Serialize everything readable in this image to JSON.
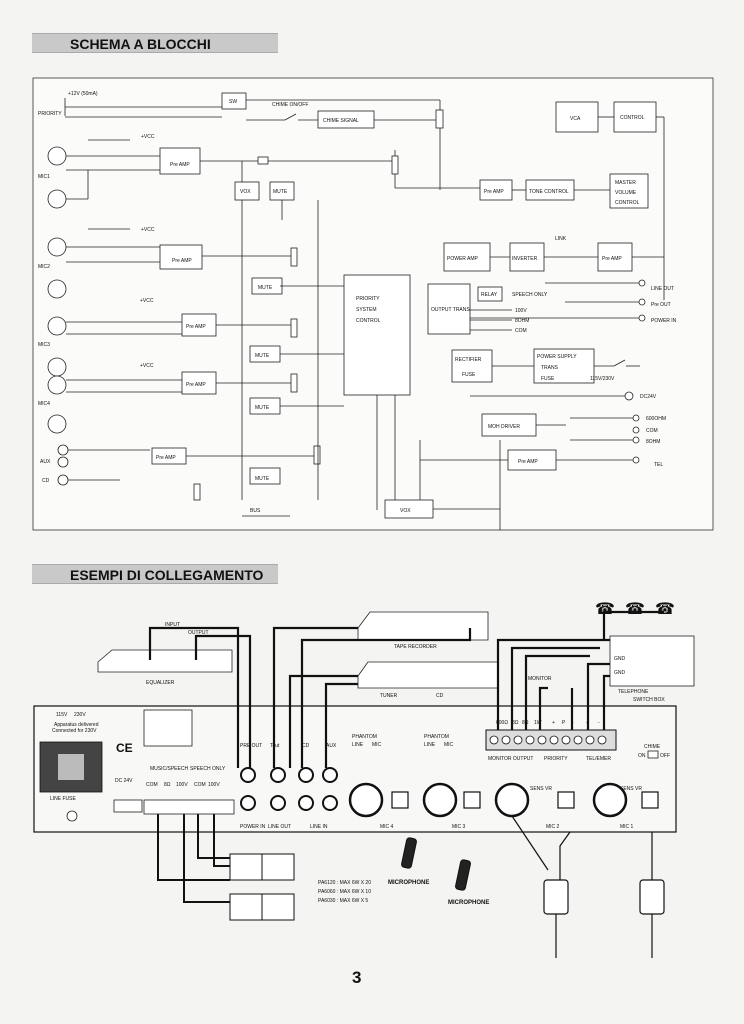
{
  "sections": {
    "block_diagram_title": "SCHEMA A BLOCCHI",
    "connection_title": "ESEMPI DI COLLEGAMENTO"
  },
  "page_number": "3",
  "block_diagram": {
    "supply": "+12V (50mA)",
    "priority": "PRIORITY",
    "sw": "SW",
    "chime_switch": "CHIME ON/OFF",
    "chime_signal": "CHIME SIGNAL",
    "vcc": "+VCC",
    "mic_inputs": [
      "MIC1",
      "MIC2",
      "MIC3",
      "MIC4"
    ],
    "aux": "AUX",
    "cd": "CD",
    "preamp": "Pre AMP",
    "vox": "VOX",
    "mute": "MUTE",
    "priority_control": [
      "PRIORITY",
      "SYSTEM",
      "CONTROL"
    ],
    "vca": "VCA",
    "control": "CONTROL",
    "tone_control": "TONE CONTROL",
    "master_volume": [
      "MASTER",
      "VOLUME",
      "CONTROL"
    ],
    "power_amp": "POWER AMP",
    "inverter": "INVERTER",
    "link": "LINK",
    "line_out": "LINE OUT",
    "pre_out": "Pre OUT",
    "power_in": "POWER IN",
    "relay": "RELAY",
    "speech_only": "SPEECH ONLY",
    "output_trans": "OUTPUT TRANS",
    "tap_100v": "100V",
    "tap_8ohm": "8OHM",
    "tap_com": "COM",
    "rectifier": "RECTIFIER",
    "fuse": "FUSE",
    "power_supply": [
      "POWER SUPPLY",
      "TRANS",
      "FUSE"
    ],
    "mains": "115V/230V",
    "dc24v": "DC24V",
    "moh_driver": "MOH DRIVER",
    "moh_taps": [
      "600OHM",
      "COM",
      "8OHM"
    ],
    "tel": "TEL",
    "bus": "BUS"
  },
  "connection": {
    "input": "INPUT",
    "output": "OUTPUT",
    "equalizer": "EQUALIZER",
    "tape_recorder": "TAPE RECORDER",
    "tuner": "TUNER",
    "cd": "CD",
    "monitor": "MONITOR",
    "telephone_box": [
      "TELEPHONE",
      "SWITCH BOX"
    ],
    "gnd": "GND",
    "voltage_options": [
      "115V",
      "230V"
    ],
    "apparatus_note": [
      "Apparatus delivered",
      "Connected for 230V"
    ],
    "line_fuse": "LINE FUSE",
    "dc24v": "DC 24V",
    "music_speech": "MUSIC/SPEECH",
    "speech_only": "SPEECH ONLY",
    "terminals_left": [
      "COM",
      "8Ω",
      "100V"
    ],
    "terminals_right": [
      "COM",
      "100V"
    ],
    "pre_out": "PRE OUT",
    "power_in": "POWER IN",
    "tout": "Tout",
    "line_out": "LINE OUT",
    "cd_jack": "CD",
    "aux_jack": "AUX",
    "line_in": "LINE IN",
    "phantom": "PHANTOM",
    "line": "LINE",
    "mic": "MIC",
    "mic_labels": [
      "MIC 4",
      "MIC 3",
      "MIC 2",
      "MIC 1"
    ],
    "sens_vr": "SENS VR",
    "terminal_top": [
      "600Ω",
      "8Ω",
      "8Ω",
      "1W",
      "+",
      "P",
      "-",
      "+",
      "-"
    ],
    "monitor_output": "MONITOR  OUTPUT",
    "priority": "PRIORITY",
    "tel_emer": "TEL/EMER",
    "chime": "CHIME",
    "on_off": [
      "ON",
      "OFF"
    ],
    "microphone": "MICROPHONE",
    "amplifier_models": [
      "PA6120 : MAX 6W X 20",
      "PA6060 : MAX 6W X 10",
      "PA6030 : MAX 6W X  5"
    ]
  }
}
